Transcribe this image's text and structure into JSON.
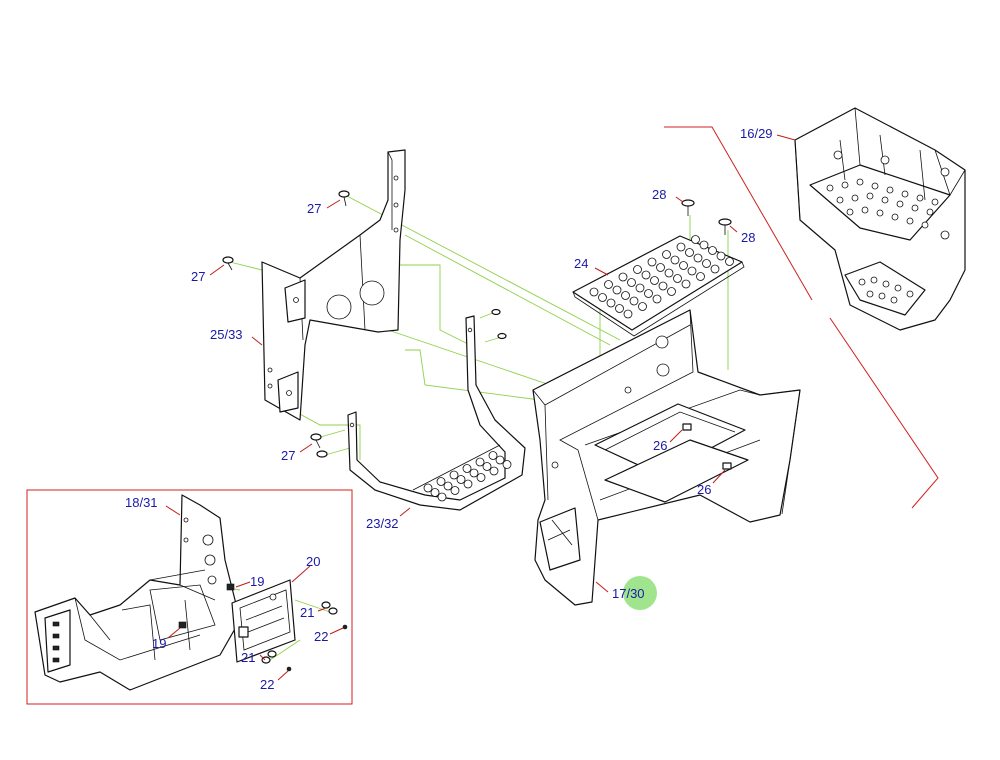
{
  "labels": {
    "l_16_29": "16/29",
    "l_28a": "28",
    "l_28b": "28",
    "l_24": "24",
    "l_27a": "27",
    "l_27b": "27",
    "l_27c": "27",
    "l_25_33": "25/33",
    "l_26a": "26",
    "l_26b": "26",
    "l_23_32": "23/32",
    "l_17_30": "17/30",
    "l_18_31": "18/31",
    "l_20": "20",
    "l_19a": "19",
    "l_19b": "19",
    "l_21a": "21",
    "l_21b": "21",
    "l_22a": "22",
    "l_22b": "22"
  },
  "colors": {
    "label": "#1a1aa6",
    "leader": "#c21a1a",
    "guide": "#8fd14a",
    "highlight": "#8fe07a"
  }
}
